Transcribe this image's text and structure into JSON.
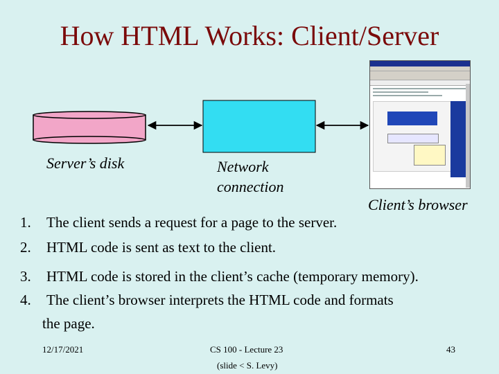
{
  "title": "How HTML Works: Client/Server",
  "labels": {
    "server_disk": "Server’s disk",
    "network_line1": "Network",
    "network_line2": "connection",
    "client_browser": "Client’s browser"
  },
  "steps": [
    {
      "num": "1.",
      "text": "The client sends a request for a page to the server."
    },
    {
      "num": "2.",
      "text": "HTML code is sent as text to the client."
    },
    {
      "num": "3.",
      "text": "HTML code is stored in the client’s cache (temporary memory)."
    },
    {
      "num": "4.",
      "text": "The client’s browser interprets the HTML code and formats"
    }
  ],
  "step4_cont": "the page.",
  "footer": {
    "date": "12/17/2021",
    "course": "CS 100 - Lecture 23",
    "credit": "(slide < S. Levy)",
    "page": "43"
  },
  "colors": {
    "background": "#d9f1f0",
    "title": "#7a0a0a",
    "disk": "#f2a6c8",
    "network_box": "#33ddf2"
  },
  "icons": {
    "disk": "disk-cylinder-icon",
    "network": "network-box-icon",
    "browser": "browser-screenshot-icon"
  }
}
